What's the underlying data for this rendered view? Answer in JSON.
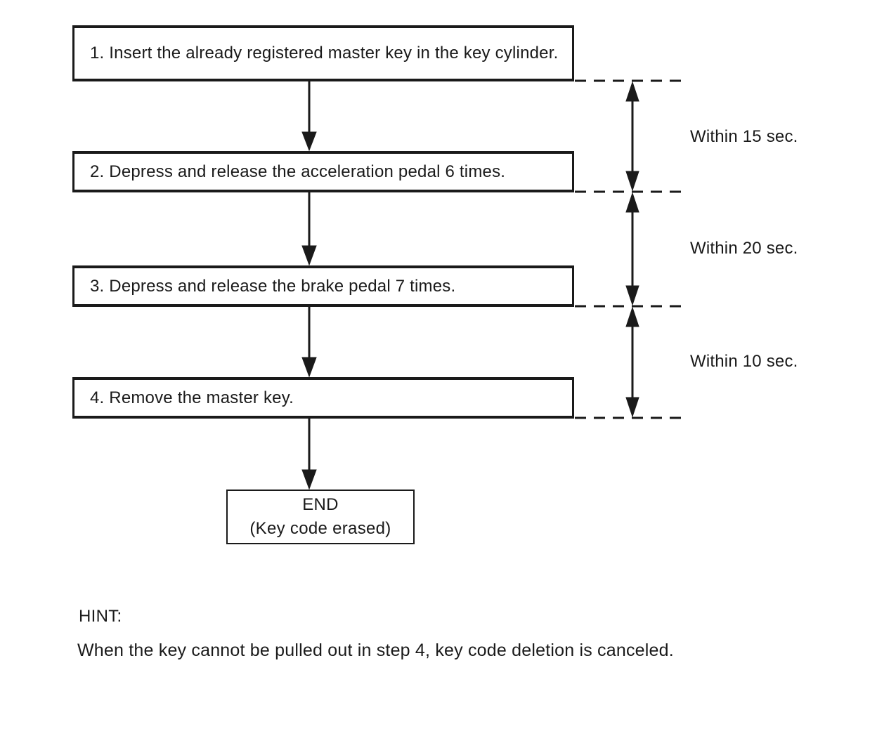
{
  "flowchart": {
    "steps": [
      "1. Insert the already registered master key in the key cylinder.",
      "2. Depress and release the acceleration pedal 6 times.",
      "3. Depress and release the brake pedal 7 times.",
      "4. Remove the master key."
    ],
    "end": {
      "title": "END",
      "subtitle": "(Key code erased)"
    },
    "timings": [
      "Within 15 sec.",
      "Within 20 sec.",
      "Within 10 sec."
    ]
  },
  "hint": {
    "heading": "HINT:",
    "text": "When the key cannot be pulled out in step 4, key code deletion is canceled."
  },
  "colors": {
    "ink": "#1a1a1a",
    "background": "#ffffff"
  }
}
